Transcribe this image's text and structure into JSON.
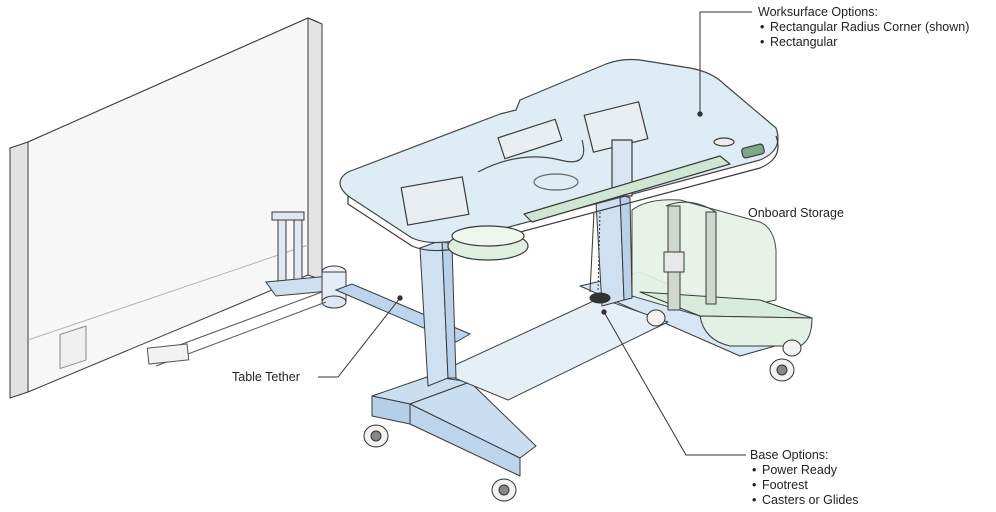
{
  "callouts": {
    "worksurface": {
      "title": "Worksurface Options:",
      "items": [
        "Rectangular Radius Corner (shown)",
        "Rectangular"
      ]
    },
    "storage": {
      "title": "Onboard Storage"
    },
    "tether": {
      "title": "Table Tether"
    },
    "base": {
      "title": "Base Options:",
      "items": [
        "Power Ready",
        "Footrest",
        "Casters or Glides"
      ]
    }
  },
  "colors": {
    "outline": "#3a3a3a",
    "glass_blue": "#dcebf5",
    "base_blue": "#c9def0",
    "storage_green": "#dff0e2",
    "panel_white": "#f5f5f5",
    "panel_shadow": "#dcdcdc",
    "leader_line": "#333333"
  },
  "icons": [
    "caster-wheel-icon",
    "power-cord-icon",
    "control-box-icon"
  ]
}
